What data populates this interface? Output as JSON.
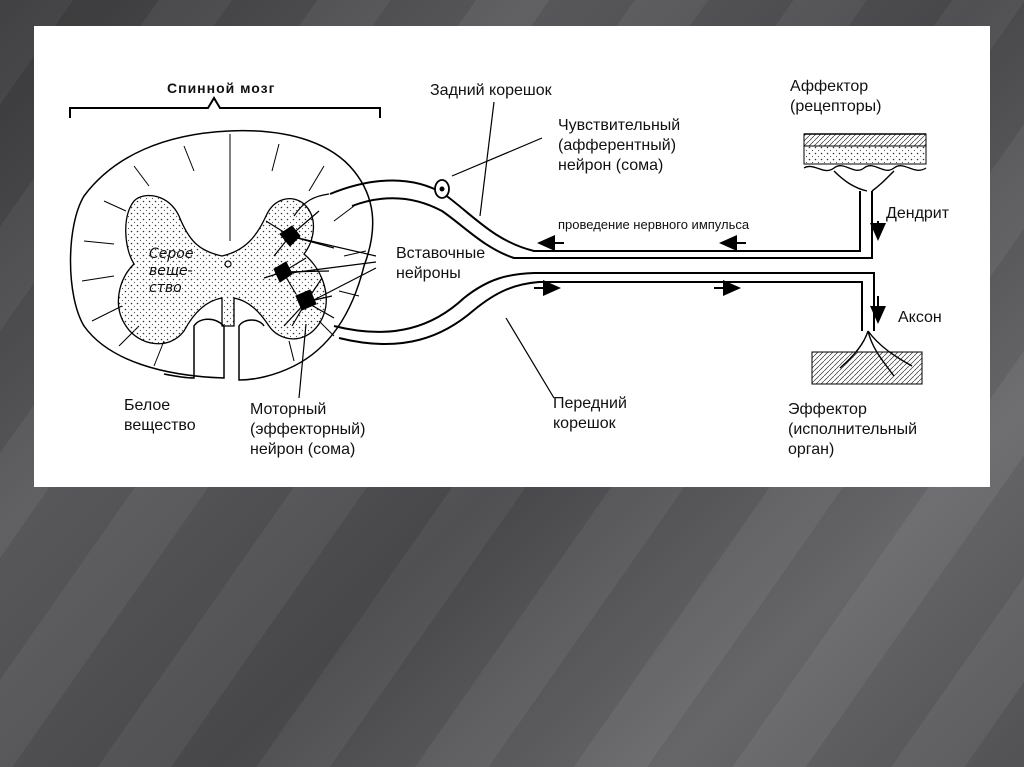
{
  "labels": {
    "spinal_cord": "Спинной мозг",
    "posterior_root": "Задний корешок",
    "sensory_neuron": [
      "Чувствительный",
      "(афферентный)",
      "нейрон (сома)"
    ],
    "afferent": [
      "Аффектор",
      "(рецепторы)"
    ],
    "impulse": "проведение нервного импульса",
    "dendrite": "Дендрит",
    "gray_matter": [
      "Серое",
      "веще-",
      "ство"
    ],
    "interneurons": [
      "Вставочные",
      "нейроны"
    ],
    "axon": "Аксон",
    "white_matter": [
      "Белое",
      "вещество"
    ],
    "motor_neuron": [
      "Моторный",
      "(эффекторный)",
      "нейрон (сома)"
    ],
    "anterior_root": [
      "Передний",
      "корешок"
    ],
    "effector": [
      "Эффектор",
      "(исполнительный",
      "орган)"
    ]
  }
}
